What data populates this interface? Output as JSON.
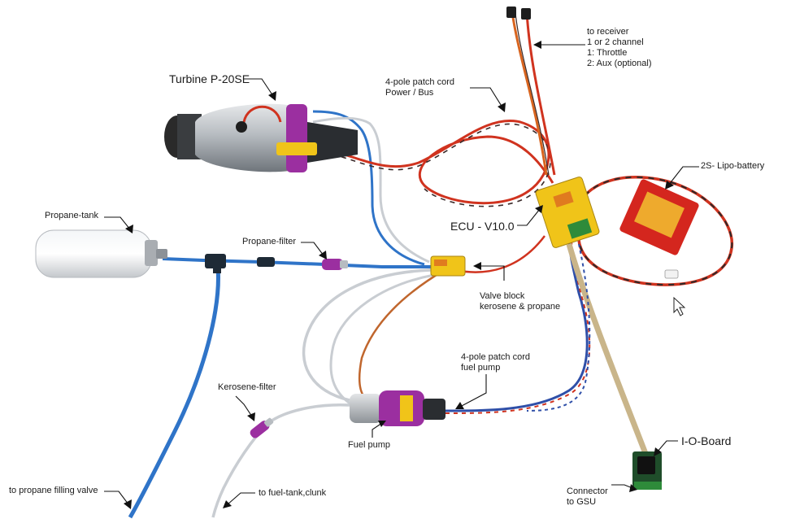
{
  "labels": {
    "turbine": "Turbine P-20SE",
    "patch_power": [
      "4-pole patch cord",
      "Power / Bus"
    ],
    "receiver": [
      "to receiver",
      "1 or 2 channel",
      "1: Throttle",
      "2: Aux (optional)"
    ],
    "lipo": "2S- Lipo-battery",
    "ecu": "ECU - V10.0",
    "propane_tank": "Propane-tank",
    "propane_filter": "Propane-filter",
    "valve_block": [
      "Valve block",
      "kerosene & propane"
    ],
    "patch_pump": [
      "4-pole patch cord",
      "fuel pump"
    ],
    "kerosene_filter": "Kerosene-filter",
    "fuel_pump": "Fuel pump",
    "io_board": "I-O-Board",
    "connector": [
      "Connector",
      "to GSU"
    ],
    "propane_fill": "to propane filling valve",
    "fuel_tank": "to fuel-tank,clunk"
  },
  "colors": {
    "tube_blue": "#2f74c8",
    "tube_clear": "#c9cdd2",
    "wire_red": "#d0331f",
    "wire_dark": "#3a2a2a",
    "wire_orange": "#d8641e",
    "purple": "#9b2fa0",
    "yellow": "#f0c419",
    "green": "#2e8b3a",
    "battery_red": "#d4261e",
    "ribbon": "#c9b58a"
  }
}
